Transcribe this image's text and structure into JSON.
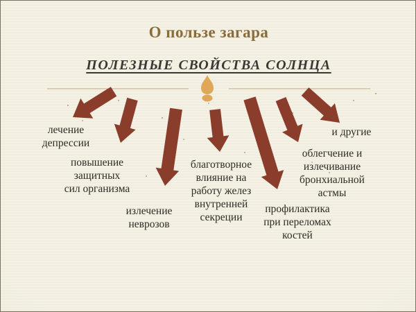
{
  "slide": {
    "title": "О пользе загара",
    "subtitle": "ПОЛЕЗНЫЕ СВОЙСТВА СОЛНЦА",
    "benefits": [
      {
        "label": "лечение\nдепрессии"
      },
      {
        "label": "повышение\nзащитных\nсил организма"
      },
      {
        "label": "излечение\nневрозов"
      },
      {
        "label": "благотворное\nвлияние на\nработу желез\nвнутренней\nсекреции"
      },
      {
        "label": "профилактика\nпри переломах\nкостей"
      },
      {
        "label": "облегчение и\nизлечивание\nбронхиальной\nастмы"
      },
      {
        "label": "и другие"
      }
    ],
    "icons": {
      "ornament": "exclamation-ornament",
      "arrows": "block-arrows-pointing-down-fan"
    },
    "colors": {
      "background": "#F1EEE0",
      "title_text": "#8A6B3A",
      "subtitle_text": "#3B3733",
      "arrow_fill": "#8B3D2C",
      "ornament_fill": "#DFA858",
      "divider_line": "#D5B98C",
      "label_text": "#2E2A25"
    }
  }
}
